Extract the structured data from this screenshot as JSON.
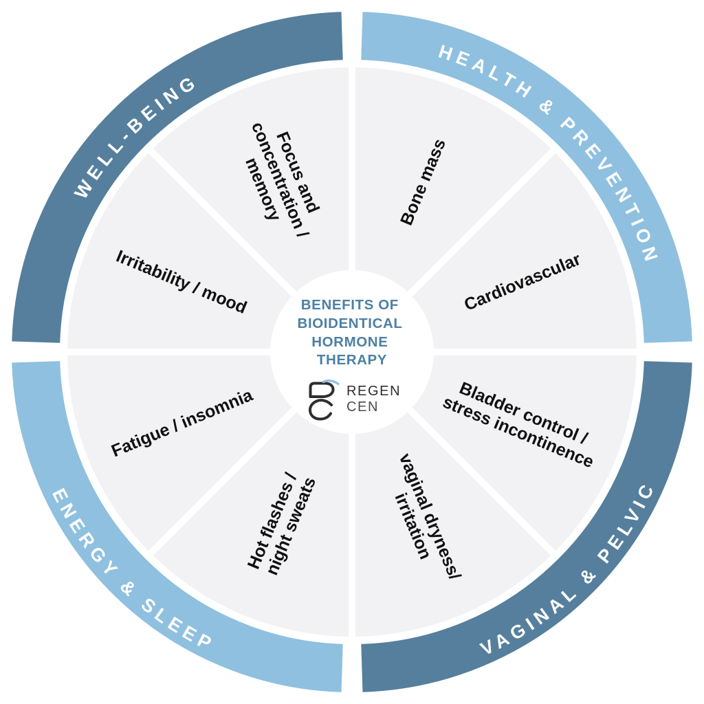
{
  "center": {
    "title_lines": [
      "BENEFITS OF",
      "BIOIDENTICAL",
      "HORMONE",
      "THERAPY"
    ],
    "title_color": "#4C80A4",
    "logo": {
      "line1": "REGEN",
      "line2": "CEN",
      "mark_color": "#2E2E32",
      "accent_color": "#8FC0DF"
    }
  },
  "ring": {
    "text_color": "#FFFFFF",
    "quadrants": [
      {
        "id": "well-being",
        "label": "WELL-BEING",
        "color": "#557F9D",
        "position": "top-left"
      },
      {
        "id": "health-prevention",
        "label": "HEALTH & PREVENTION",
        "color": "#8FC0DF",
        "position": "top-right"
      },
      {
        "id": "energy-sleep",
        "label": "ENERGY & SLEEP",
        "color": "#8FC0DF",
        "position": "bottom-left"
      },
      {
        "id": "vaginal-pelvic",
        "label": "VAGINAL & PELVIC",
        "color": "#557F9D",
        "position": "bottom-right"
      }
    ]
  },
  "segments": [
    {
      "id": "bone-mass",
      "quadrant": "HEALTH & PREVENTION",
      "lines": [
        "Bone mass"
      ]
    },
    {
      "id": "cardiovascular",
      "quadrant": "HEALTH & PREVENTION",
      "lines": [
        "Cardiovascular"
      ]
    },
    {
      "id": "bladder-control",
      "quadrant": "VAGINAL & PELVIC",
      "lines": [
        "Bladder control /",
        "stress incontinence"
      ]
    },
    {
      "id": "vaginal-dryness",
      "quadrant": "VAGINAL & PELVIC",
      "lines": [
        "vaginal dryness/",
        "irritation"
      ]
    },
    {
      "id": "hot-flashes",
      "quadrant": "ENERGY & SLEEP",
      "lines": [
        "Hot flashes /",
        "night sweats"
      ]
    },
    {
      "id": "fatigue-insomnia",
      "quadrant": "ENERGY & SLEEP",
      "lines": [
        "Fatigue / insomnia"
      ]
    },
    {
      "id": "irritability-mood",
      "quadrant": "WELL-BEING",
      "lines": [
        "Irritability / mood"
      ]
    },
    {
      "id": "focus-memory",
      "quadrant": "WELL-BEING",
      "lines": [
        "Focus and",
        "concentration /",
        "memory"
      ]
    }
  ],
  "colors": {
    "disk": "#F2F2F4",
    "label": "#101010",
    "background": "#FFFFFF"
  }
}
